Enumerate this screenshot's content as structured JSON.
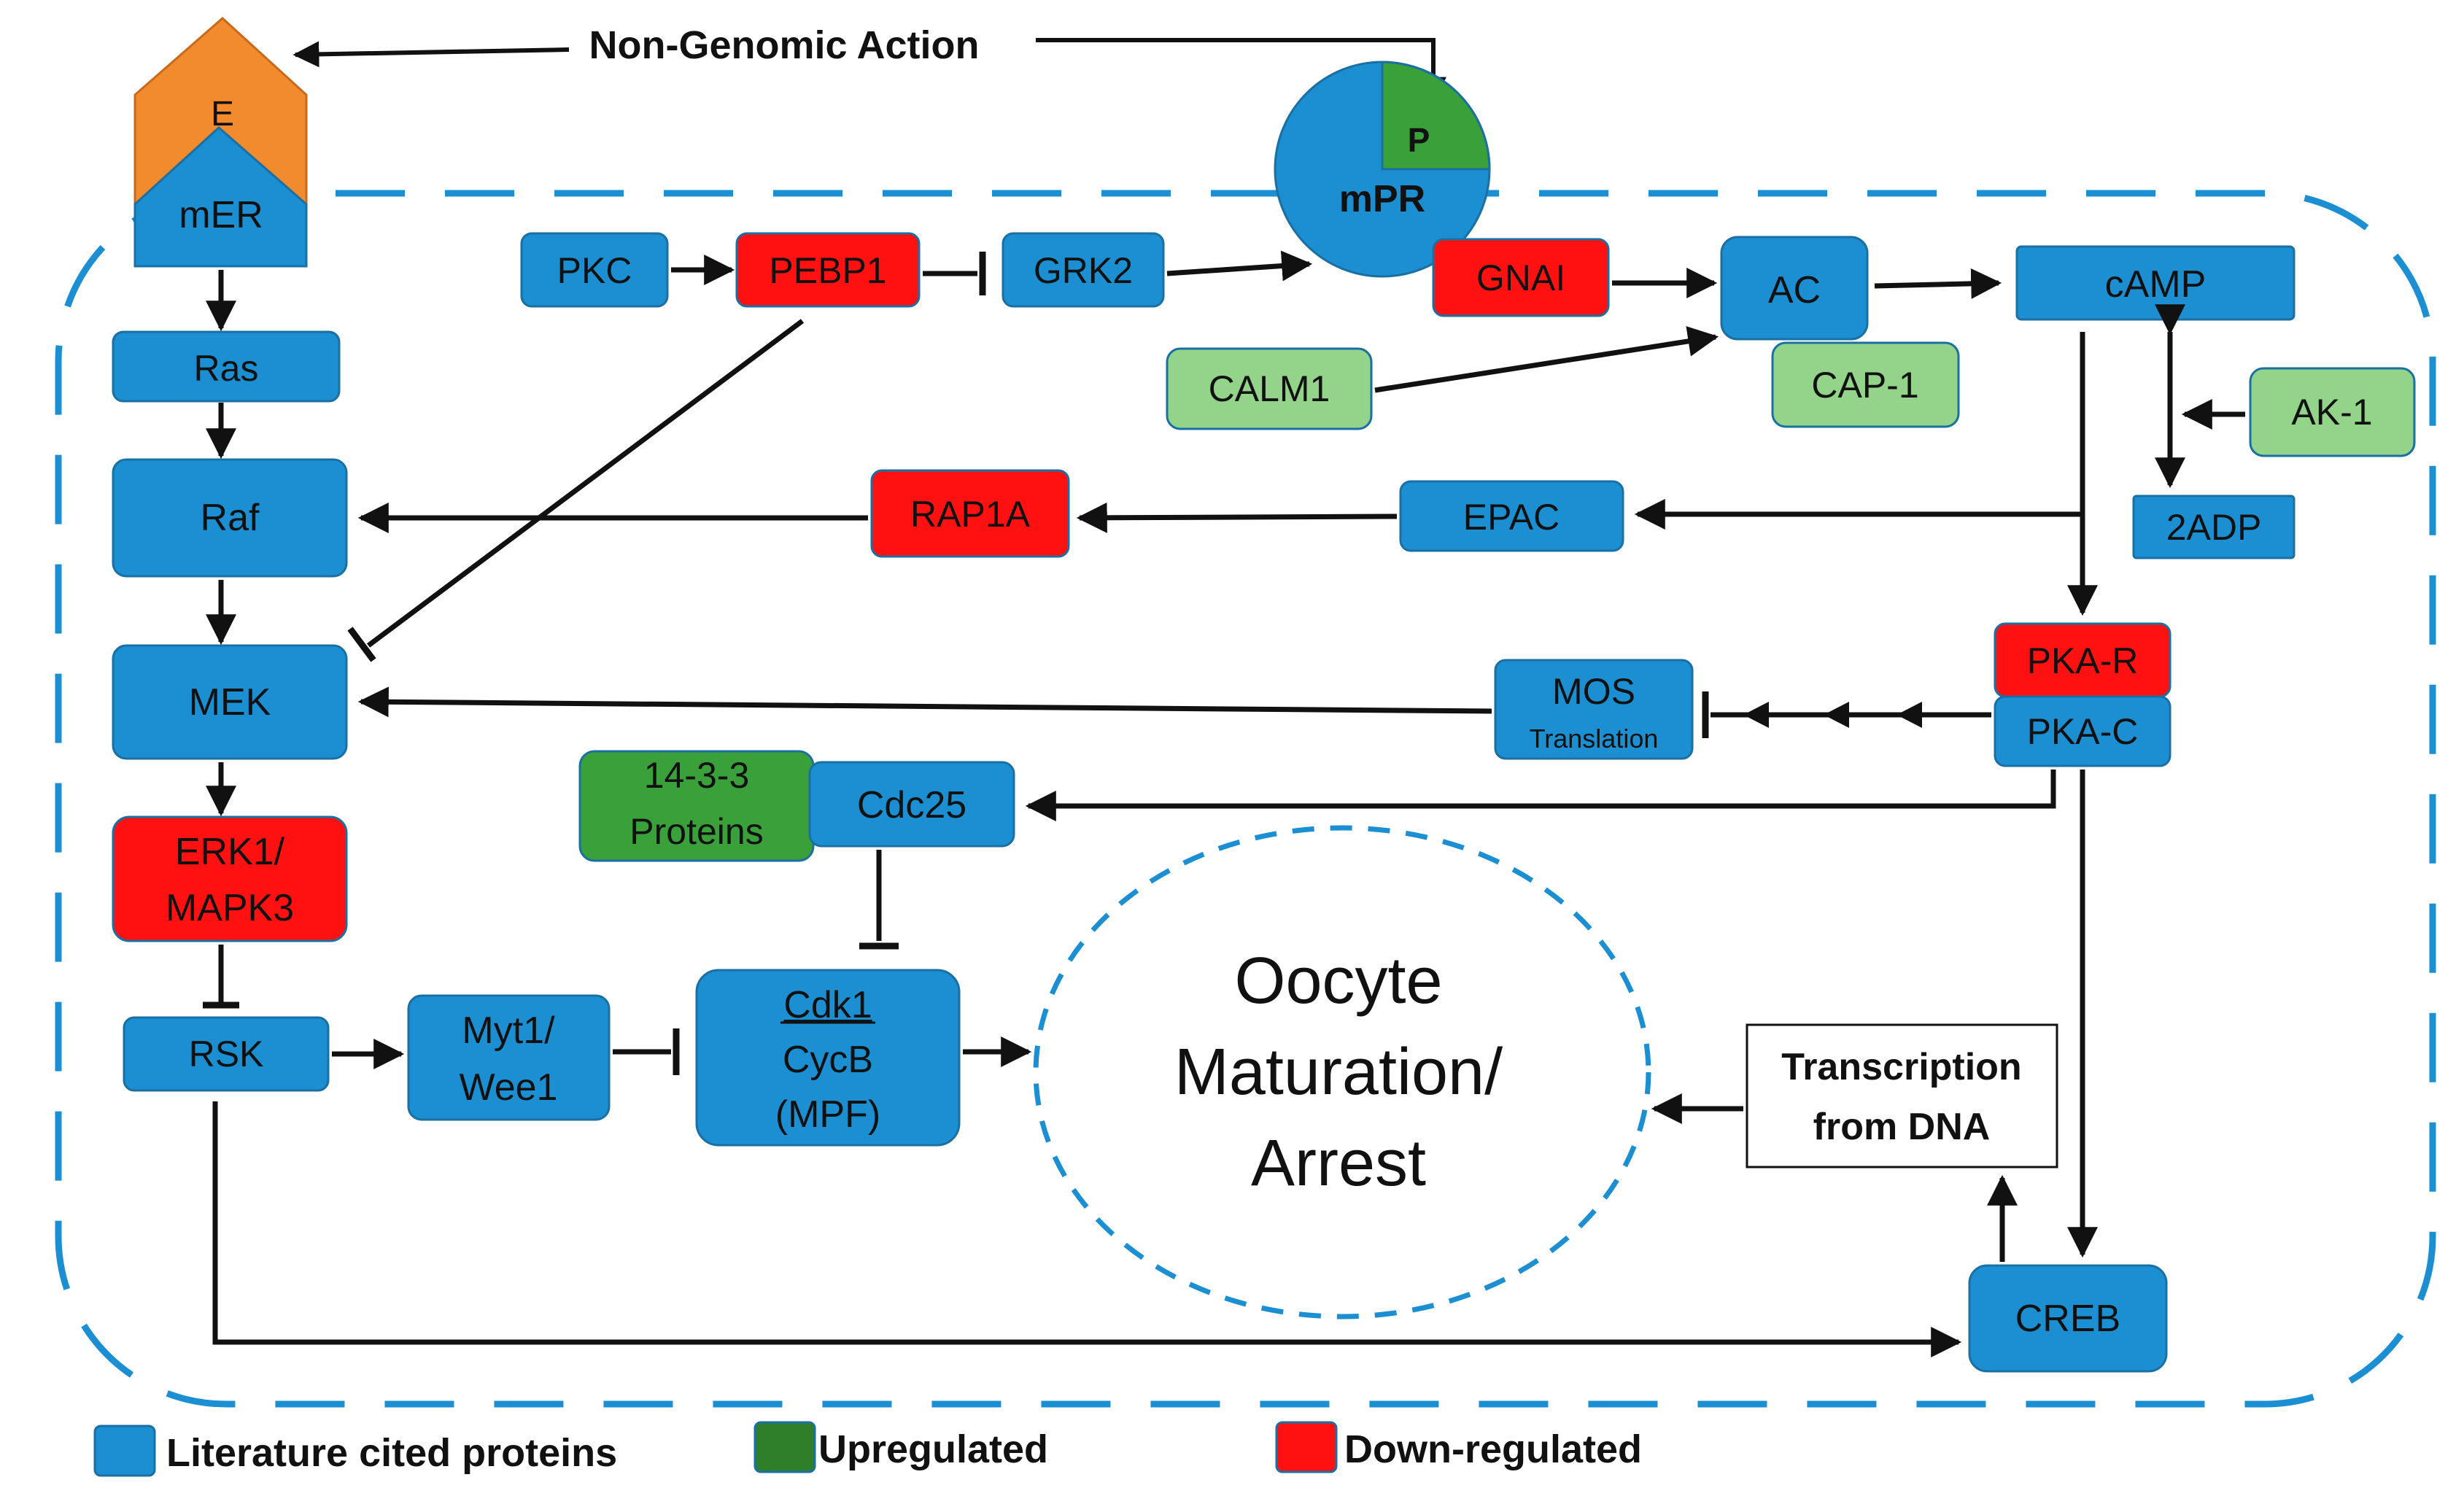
{
  "title": "Non-Genomic Action",
  "colors": {
    "literature": "#1b8fd1",
    "literature_stroke": "#1a6fa3",
    "upregulated": "#3aa13a",
    "upregulated_light": "#93d38a",
    "downregulated": "#ff1111",
    "estrogen": "#f28a2e",
    "progesterone": "#3aa13a",
    "cell_border": "#1b8fd1",
    "arrow": "#111111"
  },
  "nodes": {
    "e": "E",
    "mer": "mER",
    "p": "P",
    "mpr": "mPR",
    "ras": "Ras",
    "raf": "Raf",
    "mek": "MEK",
    "erk_line1": "ERK1/",
    "erk_line2": "MAPK3",
    "rsk": "RSK",
    "myt1_line1": "Myt1/",
    "myt1_line2": "Wee1",
    "cdk1": "Cdk1",
    "cycb": "CycB",
    "mpf": "(MPF)",
    "pkc": "PKC",
    "pebp1": "PEBP1",
    "grk2": "GRK2",
    "gnai": "GNAI",
    "ac": "AC",
    "camp": "cAMP",
    "calm1": "CALM1",
    "cap1": "CAP-1",
    "ak1": "AK-1",
    "adp": "2ADP",
    "rap1a": "RAP1A",
    "epac": "EPAC",
    "pkar": "PKA-R",
    "pkac": "PKA-C",
    "mos": "MOS",
    "mos_sub": "Translation",
    "p1433_line1": "14-3-3",
    "p1433_line2": "Proteins",
    "cdc25": "Cdc25",
    "oocyte_line1": "Oocyte",
    "oocyte_line2": "Maturation/",
    "oocyte_line3": "Arrest",
    "transcription_line1": "Transcription",
    "transcription_line2": "from DNA",
    "creb": "CREB"
  },
  "legend": {
    "literature": "Literature cited proteins",
    "upregulated": "Upregulated",
    "downregulated": "Down-regulated"
  }
}
